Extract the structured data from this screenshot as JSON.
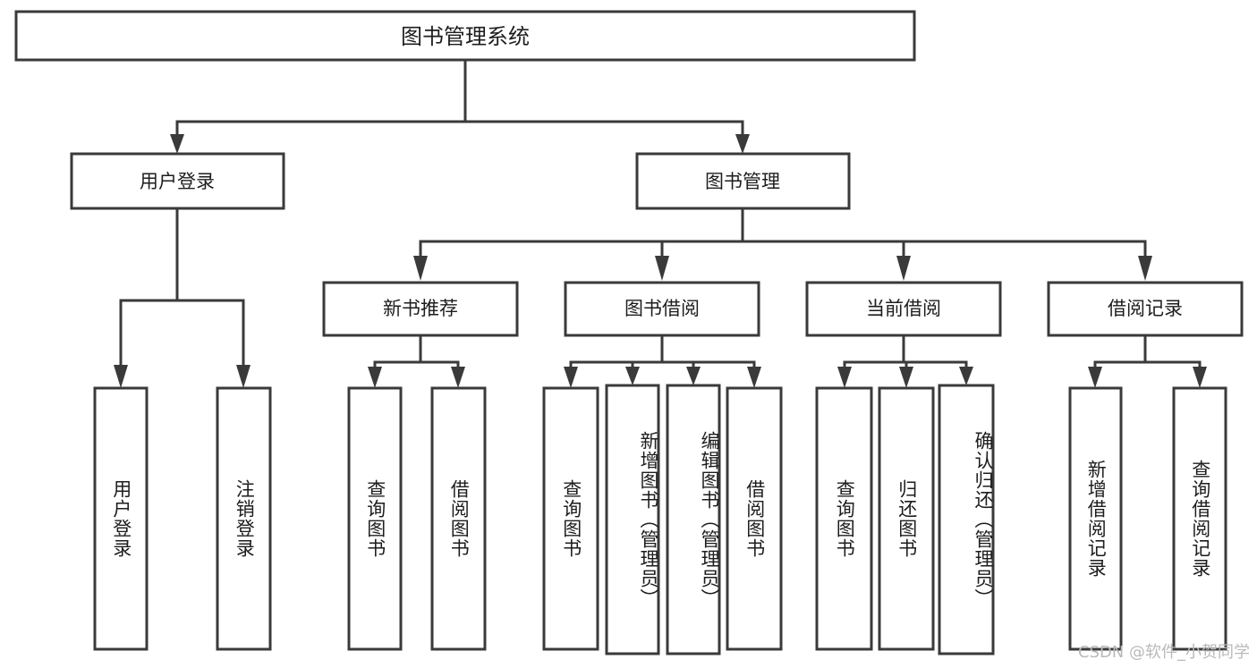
{
  "diagram": {
    "title": "图书管理系统",
    "type": "tree",
    "watermark": "CSDN @软件_小贺同学",
    "colors": {
      "box_stroke": "#3a3a3a",
      "box_fill": "#ffffff",
      "text": "#1d1d1d",
      "connector": "#3a3a3a",
      "watermark": "#b9b9b9",
      "background": "#ffffff"
    },
    "levels": {
      "root": {
        "label": "图书管理系统"
      },
      "level2": [
        {
          "id": "user-login",
          "label": "用户登录"
        },
        {
          "id": "book-manage",
          "label": "图书管理"
        }
      ],
      "level3": [
        {
          "id": "new-book-recommend",
          "label": "新书推荐",
          "parent": "book-manage"
        },
        {
          "id": "book-borrow",
          "label": "图书借阅",
          "parent": "book-manage"
        },
        {
          "id": "current-borrow",
          "label": "当前借阅",
          "parent": "book-manage"
        },
        {
          "id": "borrow-record",
          "label": "借阅记录",
          "parent": "book-manage"
        }
      ],
      "leaves": [
        {
          "id": "leaf-user-login",
          "label": "用户登录",
          "parent": "user-login"
        },
        {
          "id": "leaf-logout-login",
          "label": "注销登录",
          "parent": "user-login"
        },
        {
          "id": "leaf-query-book-1",
          "label": "查询图书",
          "parent": "new-book-recommend"
        },
        {
          "id": "leaf-borrow-book-1",
          "label": "借阅图书",
          "parent": "new-book-recommend"
        },
        {
          "id": "leaf-query-book-2",
          "label": "查询图书",
          "parent": "book-borrow"
        },
        {
          "id": "leaf-add-book",
          "label": "新增图书（管理员）",
          "parent": "book-borrow"
        },
        {
          "id": "leaf-edit-book",
          "label": "编辑图书（管理员）",
          "parent": "book-borrow"
        },
        {
          "id": "leaf-borrow-book-2",
          "label": "借阅图书",
          "parent": "book-borrow"
        },
        {
          "id": "leaf-query-book-3",
          "label": "查询图书",
          "parent": "current-borrow"
        },
        {
          "id": "leaf-return-book",
          "label": "归还图书",
          "parent": "current-borrow"
        },
        {
          "id": "leaf-confirm-return",
          "label": "确认归还（管理员）",
          "parent": "current-borrow"
        },
        {
          "id": "leaf-add-record",
          "label": "新增借阅记录",
          "parent": "borrow-record"
        },
        {
          "id": "leaf-query-record",
          "label": "查询借阅记录",
          "parent": "borrow-record"
        }
      ]
    }
  }
}
